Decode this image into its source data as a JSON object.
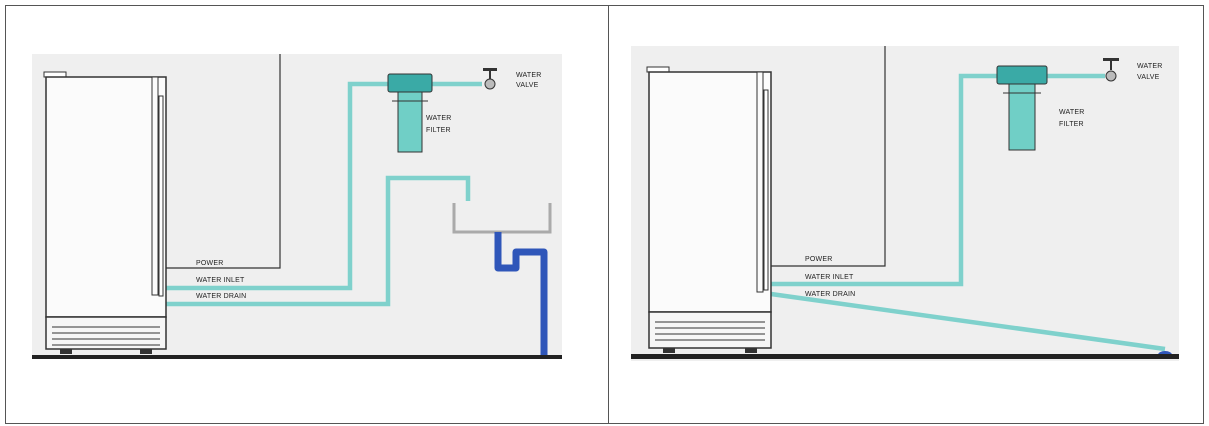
{
  "colors": {
    "background": "#efefef",
    "water_line": "#7fd1cc",
    "filter_body": "#70cfc6",
    "filter_cap": "#3aaaa6",
    "drain_pipe": "#2f56b9",
    "sink": "#aaaaaa",
    "floor": "#222222",
    "outline": "#333333"
  },
  "diagrams": [
    {
      "id": "with-drain-pump-sink",
      "labels": {
        "water_valve_1": "WATER",
        "water_valve_2": "VALVE",
        "water_filter_1": "WATER",
        "water_filter_2": "FILTER",
        "power": "POWER",
        "water_inlet": "WATER INLET",
        "water_drain": "WATER DRAIN"
      }
    },
    {
      "id": "with-floor-drain",
      "labels": {
        "water_valve_1": "WATER",
        "water_valve_2": "VALVE",
        "water_filter_1": "WATER",
        "water_filter_2": "FILTER",
        "power": "POWER",
        "water_inlet": "WATER INLET",
        "water_drain": "WATER DRAIN"
      }
    }
  ]
}
